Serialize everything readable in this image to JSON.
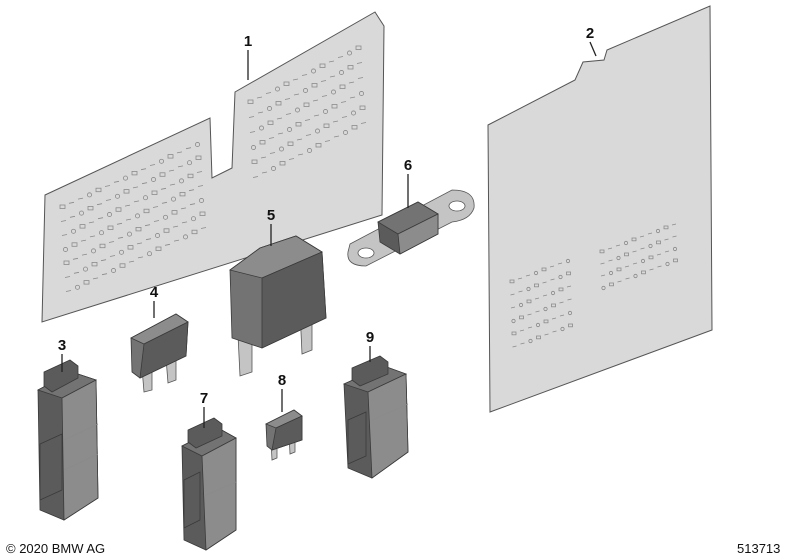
{
  "footer": {
    "copyright": "© 2020 BMW AG",
    "diagram_id": "513713"
  },
  "parts": [
    {
      "label": "1",
      "name": "fuse-assignment-sheet-left"
    },
    {
      "label": "2",
      "name": "fuse-assignment-sheet-right"
    },
    {
      "label": "3",
      "name": "fuse-puller-clip-large"
    },
    {
      "label": "4",
      "name": "standard-blade-fuse"
    },
    {
      "label": "5",
      "name": "maxi-blade-fuse"
    },
    {
      "label": "6",
      "name": "mega-bolt-fuse"
    },
    {
      "label": "7",
      "name": "fuse-puller-clip-medium"
    },
    {
      "label": "8",
      "name": "mini-blade-fuse"
    },
    {
      "label": "9",
      "name": "fuse-puller-clip-small"
    }
  ]
}
